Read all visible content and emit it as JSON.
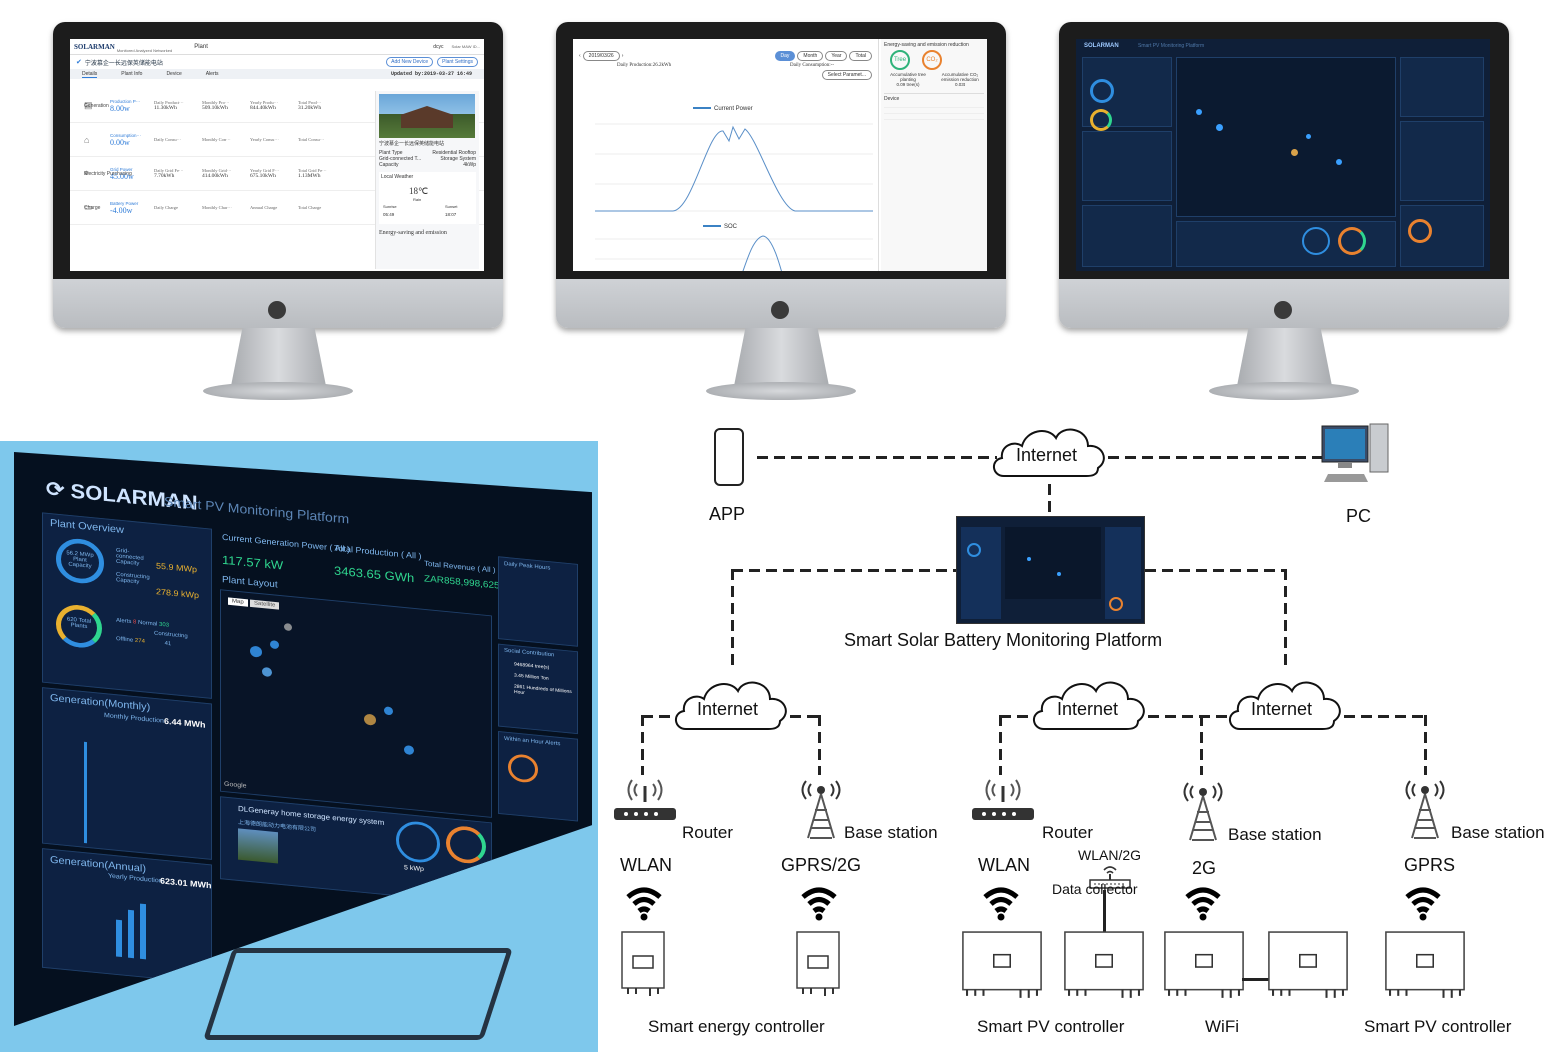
{
  "monitor1": {
    "brand": "SOLARMAN",
    "brand_sub": "Monitored Analyzed Networked",
    "nav_plant": "Plant",
    "user": "dcyc",
    "user_sub": "Solar MAW ID...",
    "plant_name": "宁波慕企一长远保英储能电站",
    "btn_add": "Add New Device",
    "btn_settings": "Plant Settings",
    "tabs": [
      "Details",
      "Plant Info",
      "Device",
      "Alerts"
    ],
    "updated": "Updated by:2019-03-27 16:49",
    "rows": [
      {
        "label": "Generation",
        "key": "Production P···",
        "value": "8.00w",
        "c1h": "Daily Product···",
        "c1": "11.30kWh",
        "c2h": "Monthly Pro···",
        "c2": "509.10kWh",
        "c3h": "Yearly Produ···",
        "c3": "844.40kWh",
        "c4h": "Total Prod···",
        "c4": "31.20kWh"
      },
      {
        "label": "",
        "key": "Consumption···",
        "value": "0.00w",
        "c1h": "Daily Consu···",
        "c1": "",
        "c2h": "Monthly Con···",
        "c2": "",
        "c3h": "Yearly Consu···",
        "c3": "",
        "c4h": "Total Consu···",
        "c4": ""
      },
      {
        "label": "Electricity Purchasing",
        "key": "Grid Power",
        "value": "45.00w",
        "c1h": "Daily Grid Fe···",
        "c1": "7.70kWh",
        "c2h": "Monthly Grid···",
        "c2": "414.00kWh",
        "c3h": "Yearly Grid F···",
        "c3": "675.10kWh",
        "c4h": "Total Grid Fe···",
        "c4": "1.13MWh"
      },
      {
        "label": "Charge",
        "key": "Battery Power",
        "value": "-4.00w",
        "c1h": "Daily Charge",
        "c1": "",
        "c2h": "Monthly Char···",
        "c2": "",
        "c3h": "Annual Charge",
        "c3": "",
        "c4h": "Total Charge",
        "c4": ""
      }
    ],
    "side_plant": "宁波慕企一长远保英储能电站",
    "plant_type_label": "Plant Type",
    "plant_type": "Residential Rooftop",
    "grid_type_label": "Grid-connected T...",
    "grid_type": "Storage System",
    "capacity_label": "Capacity",
    "capacity": "4kWp",
    "weather_title": "Local Weather",
    "temp": "18℃",
    "weather_state": "Rain",
    "sunrise_label": "Sunrise",
    "sunrise": "05:49",
    "sunset_label": "Sunset",
    "sunset": "18:07",
    "energy_saving": "Energy-saving and emission"
  },
  "monitor2": {
    "date": "2019/03/26",
    "ranges": [
      "Day",
      "Month",
      "Year",
      "Total"
    ],
    "daily_production": "Daily Production:26.2kWh",
    "daily_consumption": "Daily Consumption:--",
    "select": "Select Paramet...",
    "legend_power": "Current Power",
    "legend_soc": "SOC",
    "side_title": "Energy-saving and emission reduction",
    "tree": "Tree",
    "co2": "CO₂",
    "tree_label": "Accumulative tree planting",
    "tree_value": "0.09 tree(s)",
    "co2_label": "Accumulative CO₂ emission reduction",
    "co2_value": "0.03t",
    "device_title": "Device"
  },
  "monitor3": {
    "brand": "SOLARMAN",
    "title": "Smart PV Monitoring Platform"
  },
  "tv": {
    "brand": "SOLARMAN",
    "title": "Smart PV Monitoring Platform",
    "plant_overview": "Plant Overview",
    "ring1": "56.2 MWp Plant Capacity",
    "grid_label": "Grid-connected Capacity",
    "grid_value": "55.9 MWp",
    "construct_label": "Constructing Capacity",
    "construct_value": "278.9 kWp",
    "ring2": "620 Total Plants",
    "alerts": "Alerts",
    "alerts_value": "8",
    "normal": "Normal",
    "normal_value": "303",
    "constructing": "Constructing",
    "offline": "Offline",
    "offline_value": "274",
    "constructing_value": "41",
    "gen_monthly": "Generation(Monthly)",
    "monthly_prod_label": "Monthly Production",
    "monthly_prod": "6.44 MWh",
    "gen_annual": "Generation(Annual)",
    "yearly_prod_label": "Yearly Production",
    "yearly_prod": "623.01 MWh",
    "current_power_label": "Current Generation Power ( All )",
    "current_power": "117.57 kW",
    "total_prod_label": "Total Production ( All )",
    "total_prod": "3463.65 GWh",
    "total_revenue_label": "Total Revenue ( All )",
    "total_revenue": "ZAR858,998,625",
    "plant_layout": "Plant Layout",
    "map_btn": "Map",
    "sat_btn": "Satellite",
    "daily_peak": "Daily Peak Hours",
    "social": "Social Contribution",
    "soc1": "9468964 tree(s)",
    "soc2": "3.45 Million Ton",
    "soc3": "2861 Hundreds of Millions Hour",
    "within_alerts": "Within an Hour Alerts",
    "plant_card": "DLGeneray home storage energy system",
    "plant_card_sub": "上海德朗能动力电池有限公司",
    "kwp": "5 kWp",
    "google": "Google"
  },
  "diagram": {
    "internet": "Internet",
    "app": "APP",
    "pc": "PC",
    "platform": "Smart Solar Battery Monitoring Platform",
    "router": "Router",
    "base_station": "Base station",
    "wlan": "WLAN",
    "gprs2g": "GPRS/2G",
    "wlan2g": "WLAN/2G",
    "g2": "2G",
    "gprs": "GPRS",
    "data_collector": "Data collector",
    "smart_energy": "Smart energy controller",
    "smart_pv": "Smart PV controller",
    "wifi": "WiFi"
  }
}
